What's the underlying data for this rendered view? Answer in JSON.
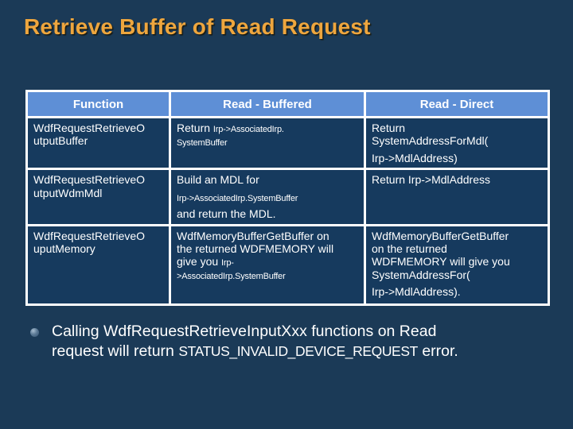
{
  "slide_title": "Retrieve Buffer of Read Request",
  "colors": {
    "background": "#1B3A57",
    "header_bg": "#5E8FD6",
    "cell_bg": "#163A5E",
    "border": "#FFFFFF",
    "title": "#EEA63E",
    "text": "#FFFFFF",
    "sphere_hi": "#A8BDD0",
    "sphere_mid": "#5C7A96",
    "sphere_lo": "#32506E"
  },
  "table": {
    "headers": [
      "Function",
      "Read - Buffered",
      "Read - Direct"
    ],
    "rows": [
      {
        "cells": [
          [
            [
              {
                "text": "WdfRequestRetrieveO\nutputBuffer",
                "small": false
              }
            ]
          ],
          [
            [
              {
                "text": "Return ",
                "small": false
              },
              {
                "text": "Irp->AssociatedIrp.\nSystemBuffer",
                "small": true
              }
            ]
          ],
          [
            [
              {
                "text": "Return\nSystemAddressForMdl(",
                "small": false
              }
            ],
            [
              {
                "text": "Irp->MdlAddress)",
                "small": false
              }
            ]
          ]
        ]
      },
      {
        "cells": [
          [
            [
              {
                "text": "WdfRequestRetrieveO\nutputWdmMdl",
                "small": false
              }
            ]
          ],
          [
            [
              {
                "text": "Build an MDL for",
                "small": false
              }
            ],
            [
              {
                "text": "Irp->AssociatedIrp.SystemBuffer",
                "small": true
              }
            ],
            [
              {
                "text": "and return the MDL.",
                "small": false
              }
            ]
          ],
          [
            [
              {
                "text": "Return Irp->MdlAddress",
                "small": false
              }
            ]
          ]
        ]
      },
      {
        "cells": [
          [
            [
              {
                "text": "WdfRequestRetrieveO\nuputMemory",
                "small": false
              }
            ]
          ],
          [
            [
              {
                "text": "WdfMemoryBufferGetBuffer on\nthe returned WDFMEMORY will\ngive you ",
                "small": false
              },
              {
                "text": "Irp-\n>AssociatedIrp.SystemBuffer",
                "small": true
              }
            ]
          ],
          [
            [
              {
                "text": "WdfMemoryBufferGetBuffer\non the returned\nWDFMEMORY will give you\nSystemAddressFor(",
                "small": false
              }
            ],
            [
              {
                "text": "Irp->MdlAddress).",
                "small": false
              }
            ]
          ]
        ]
      }
    ]
  },
  "bullet": {
    "segments": [
      {
        "text": "Calling WdfRequestRetrieveInputXxx functions on Read\nrequest will return ",
        "small": false
      },
      {
        "text": "STATUS_INVALID_DEVICE_REQUEST",
        "small": true
      },
      {
        "text": " error.",
        "small": false
      }
    ]
  }
}
